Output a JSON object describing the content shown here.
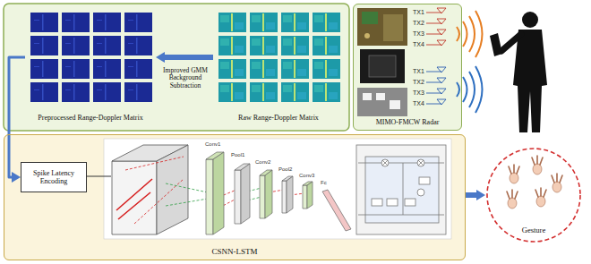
{
  "diagram": {
    "nodes": [
      {
        "text": [
          "Preprocessed Range-Doppler Matrix"
        ]
      },
      {
        "text": [
          "Raw Range-Doppler Matrix"
        ]
      },
      {
        "text": [
          "MIMO-FMCW Radar"
        ]
      },
      {
        "text": [
          "CSNN-LSTM"
        ]
      },
      {
        "text": [
          "Spike Latency Encoding"
        ],
        "in": 3
      },
      {
        "text": [
          "Gesture"
        ]
      }
    ],
    "edges": [
      {
        "from": 1,
        "to": 0,
        "arrow": "to",
        "label": "Improved GMM Background Subtraction"
      },
      {
        "from": 0,
        "to": 4,
        "arrow": "to"
      },
      {
        "from": 3,
        "to": 5,
        "arrow": "to"
      }
    ],
    "labels": [
      "TX1",
      "TX2",
      "TX3",
      "TX4",
      "TX1",
      "TX2",
      "TX3",
      "TX4",
      "Conv1",
      "Pool1",
      "Conv2",
      "Pool2",
      "Conv3",
      "Fc"
    ]
  }
}
